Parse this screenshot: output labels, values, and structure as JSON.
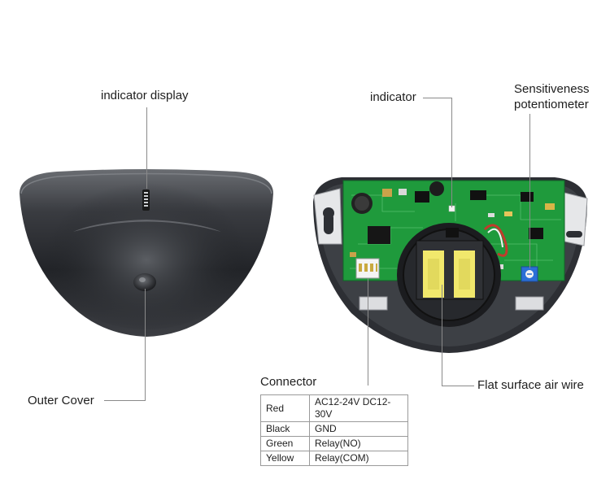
{
  "callouts": {
    "indicator_display": "indicator display",
    "outer_cover": "Outer Cover",
    "indicator": "indicator",
    "sensitiveness_line1": "Sensitiveness",
    "sensitiveness_line2": "potentiometer",
    "flat_surface_air_wire": "Flat surface air wire"
  },
  "connector": {
    "title": "Connector",
    "rows": [
      {
        "color": "Red",
        "function": "AC12-24V DC12-30V"
      },
      {
        "color": "Black",
        "function": "GND"
      },
      {
        "color": "Green",
        "function": "Relay(NO)"
      },
      {
        "color": "Yellow",
        "function": "Relay(COM)"
      }
    ]
  },
  "colors": {
    "housing": "#2b2d31",
    "pcb": "#1f9a3c",
    "background": "#ffffff",
    "leader_line": "#8a8a8a"
  }
}
